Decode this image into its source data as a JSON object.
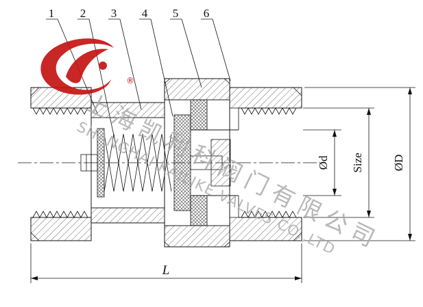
{
  "drawing": {
    "callouts": [
      "1",
      "2",
      "3",
      "4",
      "5",
      "6"
    ],
    "dim_inner_diameter": "Ød",
    "dim_size": "Size",
    "dim_outer_diameter": "ØD",
    "dim_length": "L"
  },
  "watermark": {
    "line1": "上海凯利科阀门有限公司",
    "line2": "SHANGHAI KAILIKE VALVES CO.,LTD"
  },
  "logo": {
    "registered_mark": "®"
  },
  "colors": {
    "line": "#111111",
    "logo_red": "#c41414",
    "watermark_gray": "#a9a9a9"
  }
}
